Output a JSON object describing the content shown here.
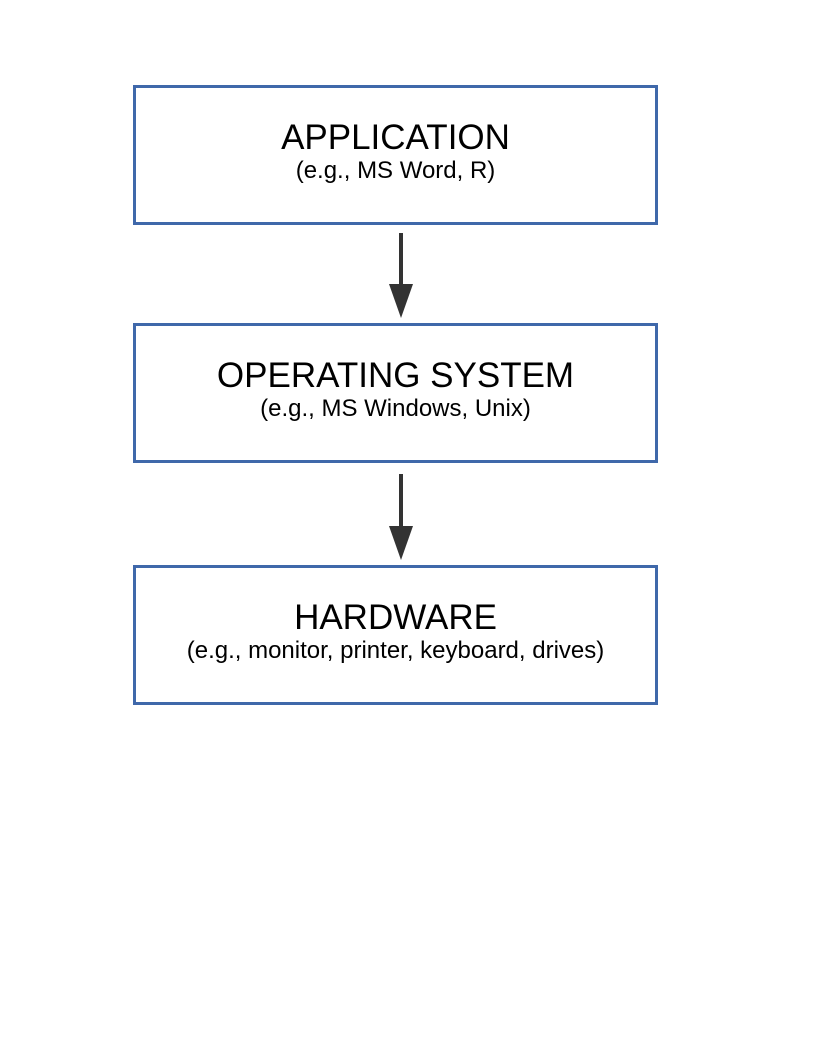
{
  "diagram": {
    "layers": [
      {
        "title": "APPLICATION",
        "examples": "(e.g., MS Word, R)"
      },
      {
        "title": "OPERATING SYSTEM",
        "examples": "(e.g., MS Windows, Unix)"
      },
      {
        "title": "HARDWARE",
        "examples": "(e.g., monitor, printer, keyboard, drives)"
      }
    ],
    "colors": {
      "box_border": "#3f68aa",
      "arrow": "#333333",
      "text": "#000000"
    }
  }
}
